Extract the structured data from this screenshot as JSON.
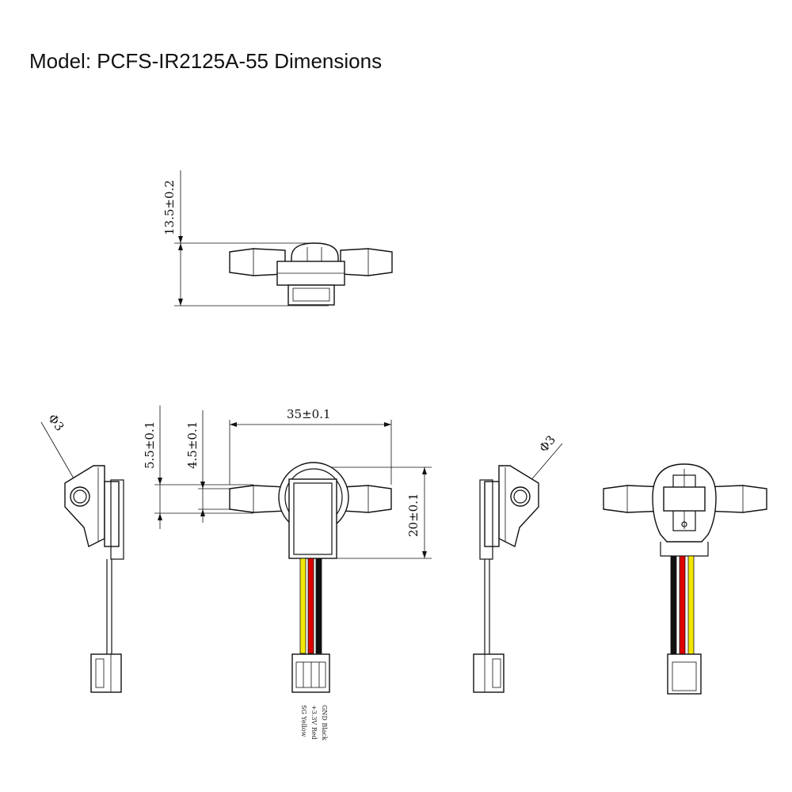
{
  "title": "Model: PCFS-IR2125A-55 Dimensions",
  "dimensions": {
    "height_top": "13.5±0.2",
    "width_center": "35±0.1",
    "height_center": "20±0.1",
    "outer_dia": "5.5±0.1",
    "inner_dia": "4.5±0.1",
    "hole_left": "Φ3",
    "hole_right": "Φ3"
  },
  "wires": [
    {
      "label": "SG Yellow",
      "color": "#f2e600"
    },
    {
      "label": "+3.3V Red",
      "color": "#e00000"
    },
    {
      "label": "GND Black",
      "color": "#111111"
    }
  ]
}
